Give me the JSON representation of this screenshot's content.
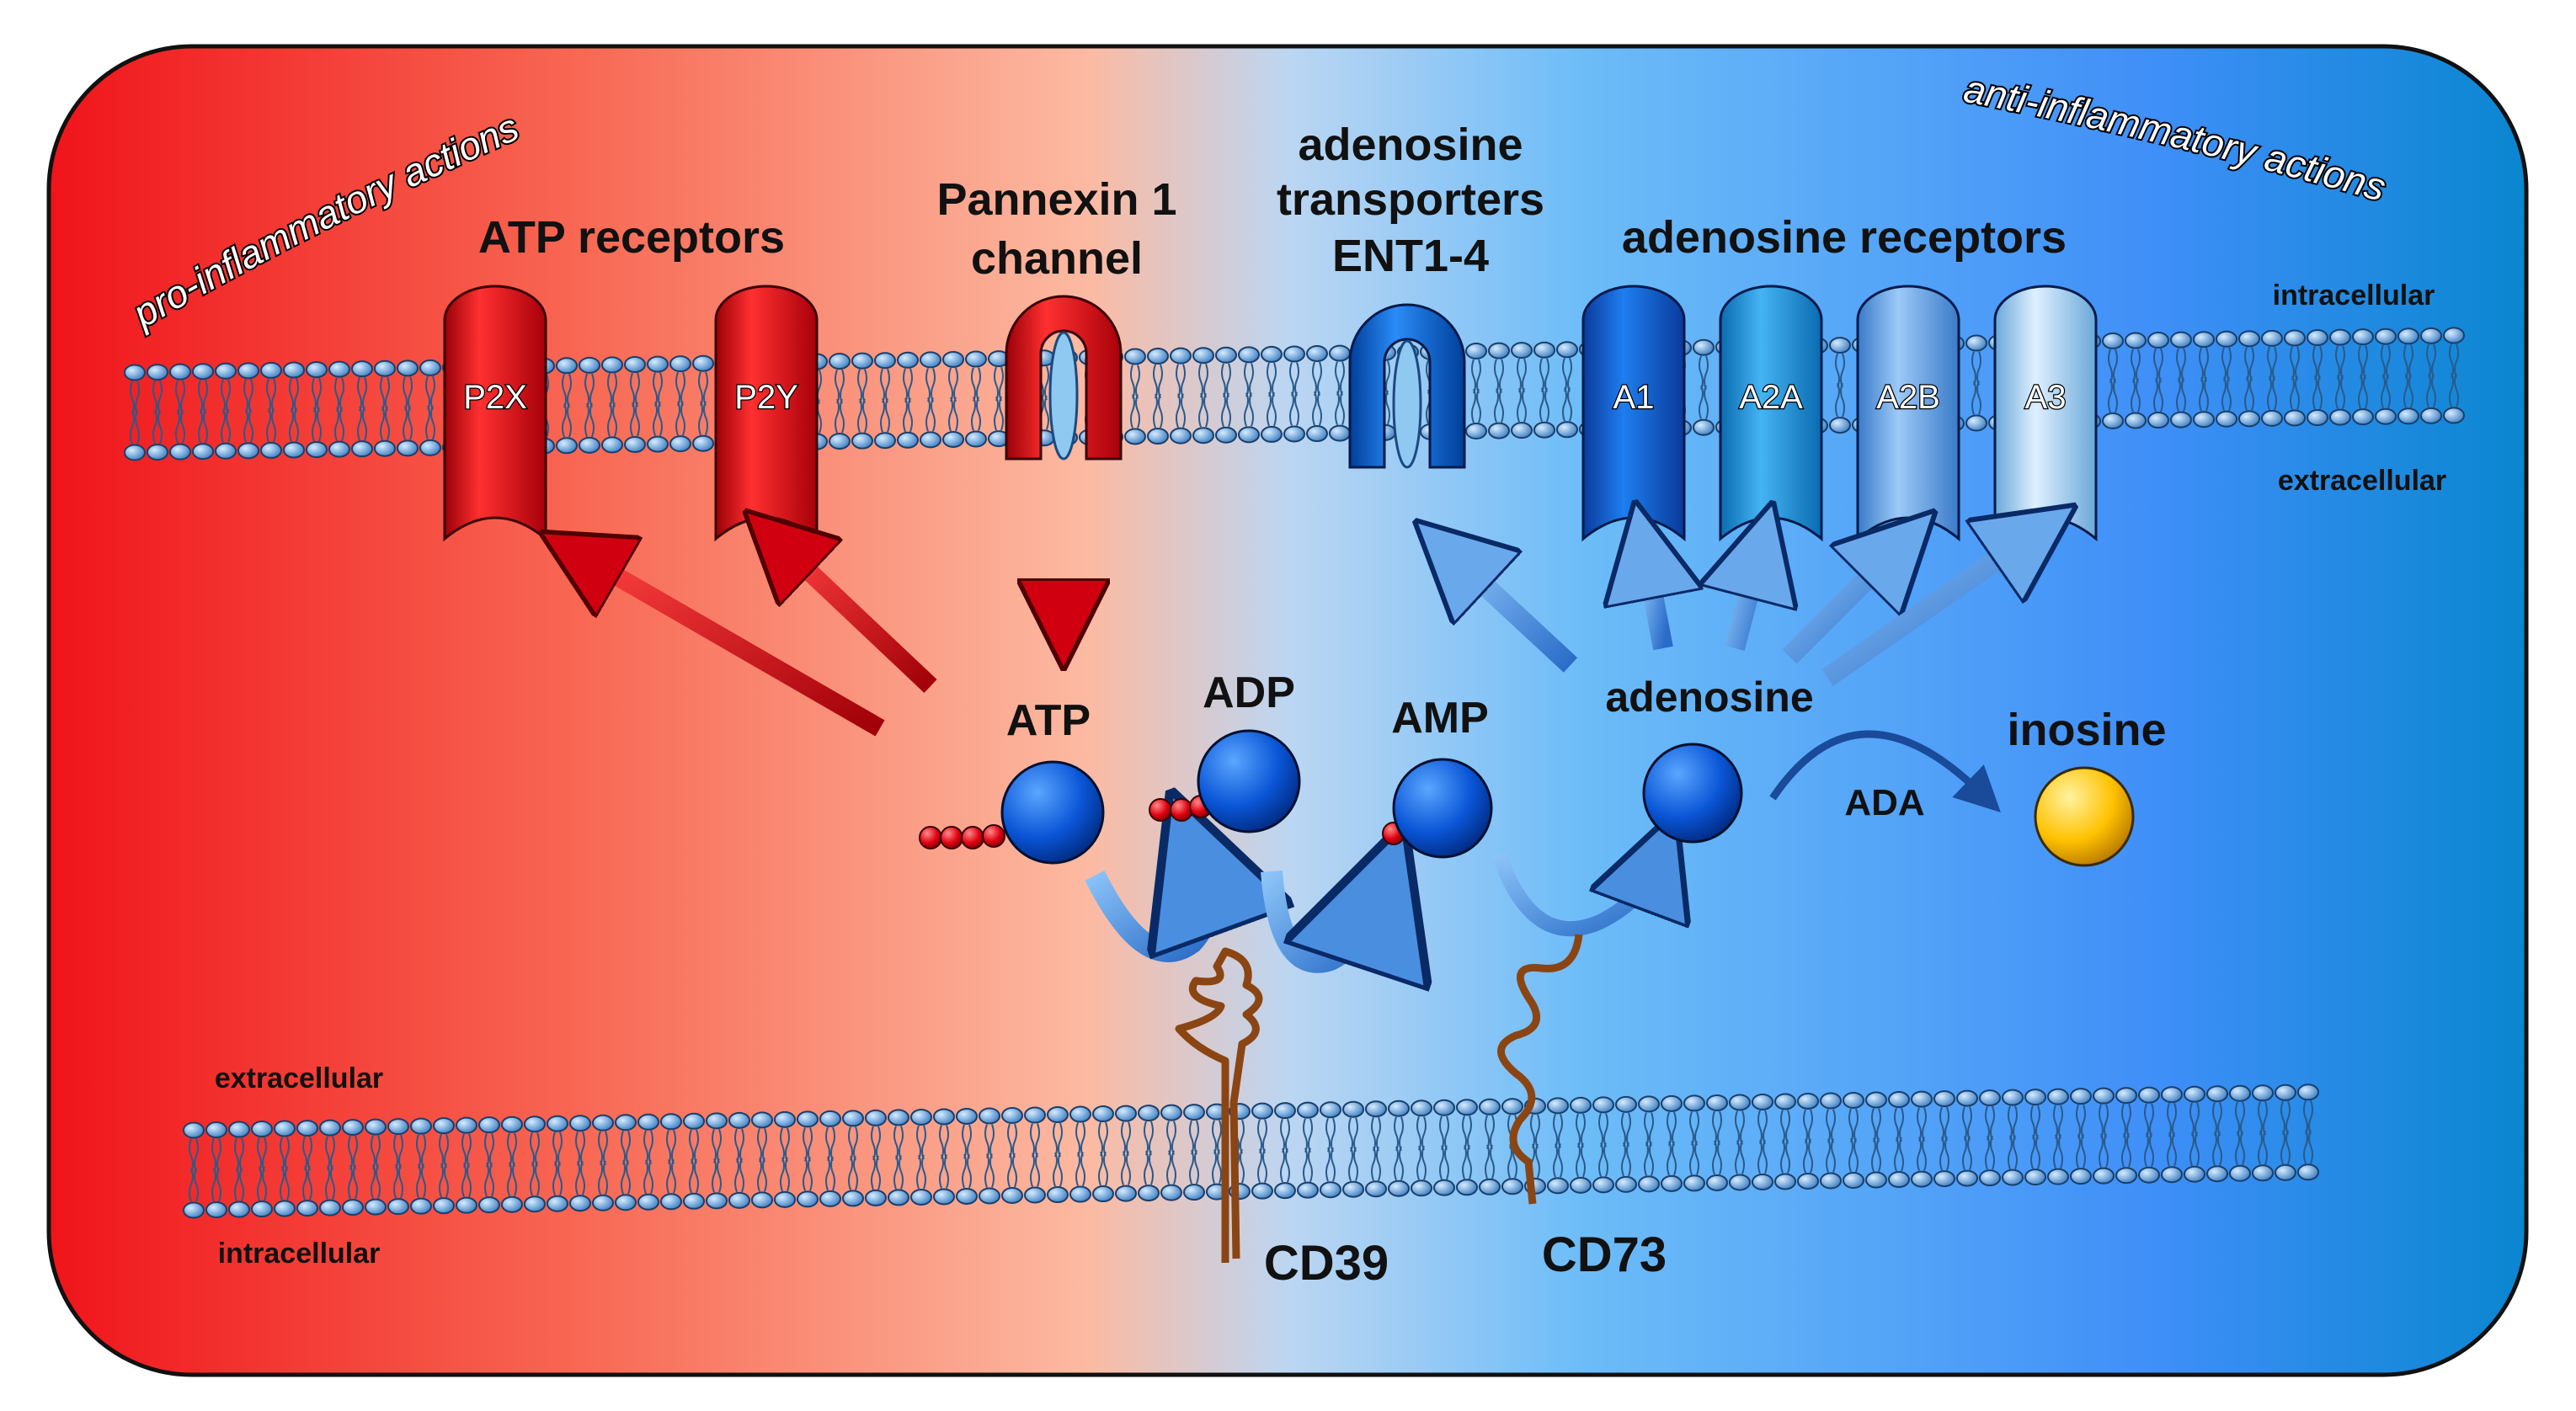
{
  "sides": {
    "left": "pro-inflammatory actions",
    "right": "anti-inflammatory actions"
  },
  "groups": {
    "atp_receptors": "ATP receptors",
    "pannexin_line1": "Pannexin 1",
    "pannexin_line2": "channel",
    "transporters_line1": "adenosine",
    "transporters_line2": "transporters",
    "transporters_line3": "ENT1-4",
    "adenosine_receptors": "adenosine receptors"
  },
  "receptors": {
    "p2x": "P2X",
    "p2y": "P2Y",
    "a1": "A1",
    "a2a": "A2A",
    "a2b": "A2B",
    "a3": "A3"
  },
  "molecules": {
    "atp": "ATP",
    "adp": "ADP",
    "amp": "AMP",
    "adenosine": "adenosine",
    "inosine": "inosine",
    "ada": "ADA"
  },
  "enzymes": {
    "cd39": "CD39",
    "cd73": "CD73"
  },
  "membrane_labels": {
    "top_intracellular": "intracellular",
    "top_extracellular": "extracellular",
    "bottom_extracellular": "extracellular",
    "bottom_intracellular": "intracellular"
  },
  "colors": {
    "red": "#dd1010",
    "blue": "#0a57d0",
    "gold": "#ffc200",
    "lipid_head": "#5a9bd6",
    "enzyme": "#8b4513"
  }
}
